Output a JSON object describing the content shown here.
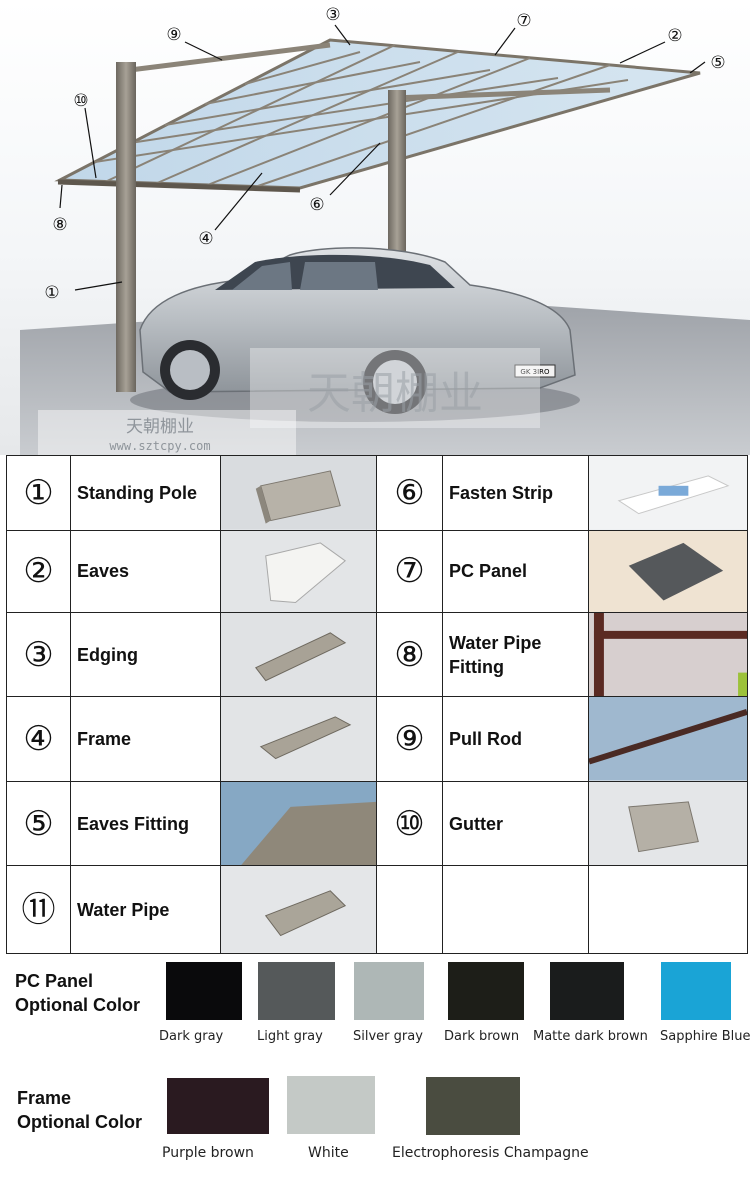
{
  "hero": {
    "callouts": [
      {
        "num": "①"
      },
      {
        "num": "②"
      },
      {
        "num": "③"
      },
      {
        "num": "④"
      },
      {
        "num": "⑤"
      },
      {
        "num": "⑥"
      },
      {
        "num": "⑦"
      },
      {
        "num": "⑧"
      },
      {
        "num": "⑨"
      },
      {
        "num": "⑩"
      }
    ],
    "plate": "GK 3IRO",
    "watermark": "天朝棚业",
    "watermark_url": "www.sztcpy.com"
  },
  "parts": [
    {
      "num": "①",
      "name": "Standing Pole"
    },
    {
      "num": "⑥",
      "name": "Fasten Strip"
    },
    {
      "num": "②",
      "name": "Eaves"
    },
    {
      "num": "⑦",
      "name": "PC Panel"
    },
    {
      "num": "③",
      "name": "Edging"
    },
    {
      "num": "⑧",
      "name": "Water Pipe Fitting"
    },
    {
      "num": "④",
      "name": "Frame"
    },
    {
      "num": "⑨",
      "name": "Pull Rod"
    },
    {
      "num": "⑤",
      "name": "Eaves Fitting"
    },
    {
      "num": "⑩",
      "name": "Gutter"
    },
    {
      "num": "⑪",
      "name": "Water Pipe"
    }
  ],
  "pc_panel_colors": {
    "title": "PC Panel Optional Color",
    "title_line1": "PC Panel",
    "title_line2": "Optional Color",
    "items": [
      {
        "label": "Dark gray",
        "color": "#0a0a0c"
      },
      {
        "label": "Light gray",
        "color": "#55595a"
      },
      {
        "label": "Silver gray",
        "color": "#aeb7b6"
      },
      {
        "label": "Dark brown",
        "color": "#1d1e18"
      },
      {
        "label": "Matte dark brown",
        "color": "#1a1c1c"
      },
      {
        "label": "Sapphire Blue",
        "color": "#1aa4d6"
      }
    ]
  },
  "frame_colors": {
    "title": "Frame Optional Color",
    "title_line1": "Frame",
    "title_line2": "Optional Color",
    "items": [
      {
        "label": "Purple brown",
        "color": "#2a1a20"
      },
      {
        "label": "White",
        "color": "#c4c9c6"
      },
      {
        "label": "Electrophoresis Champagne",
        "color": "#4a4c40"
      }
    ]
  }
}
